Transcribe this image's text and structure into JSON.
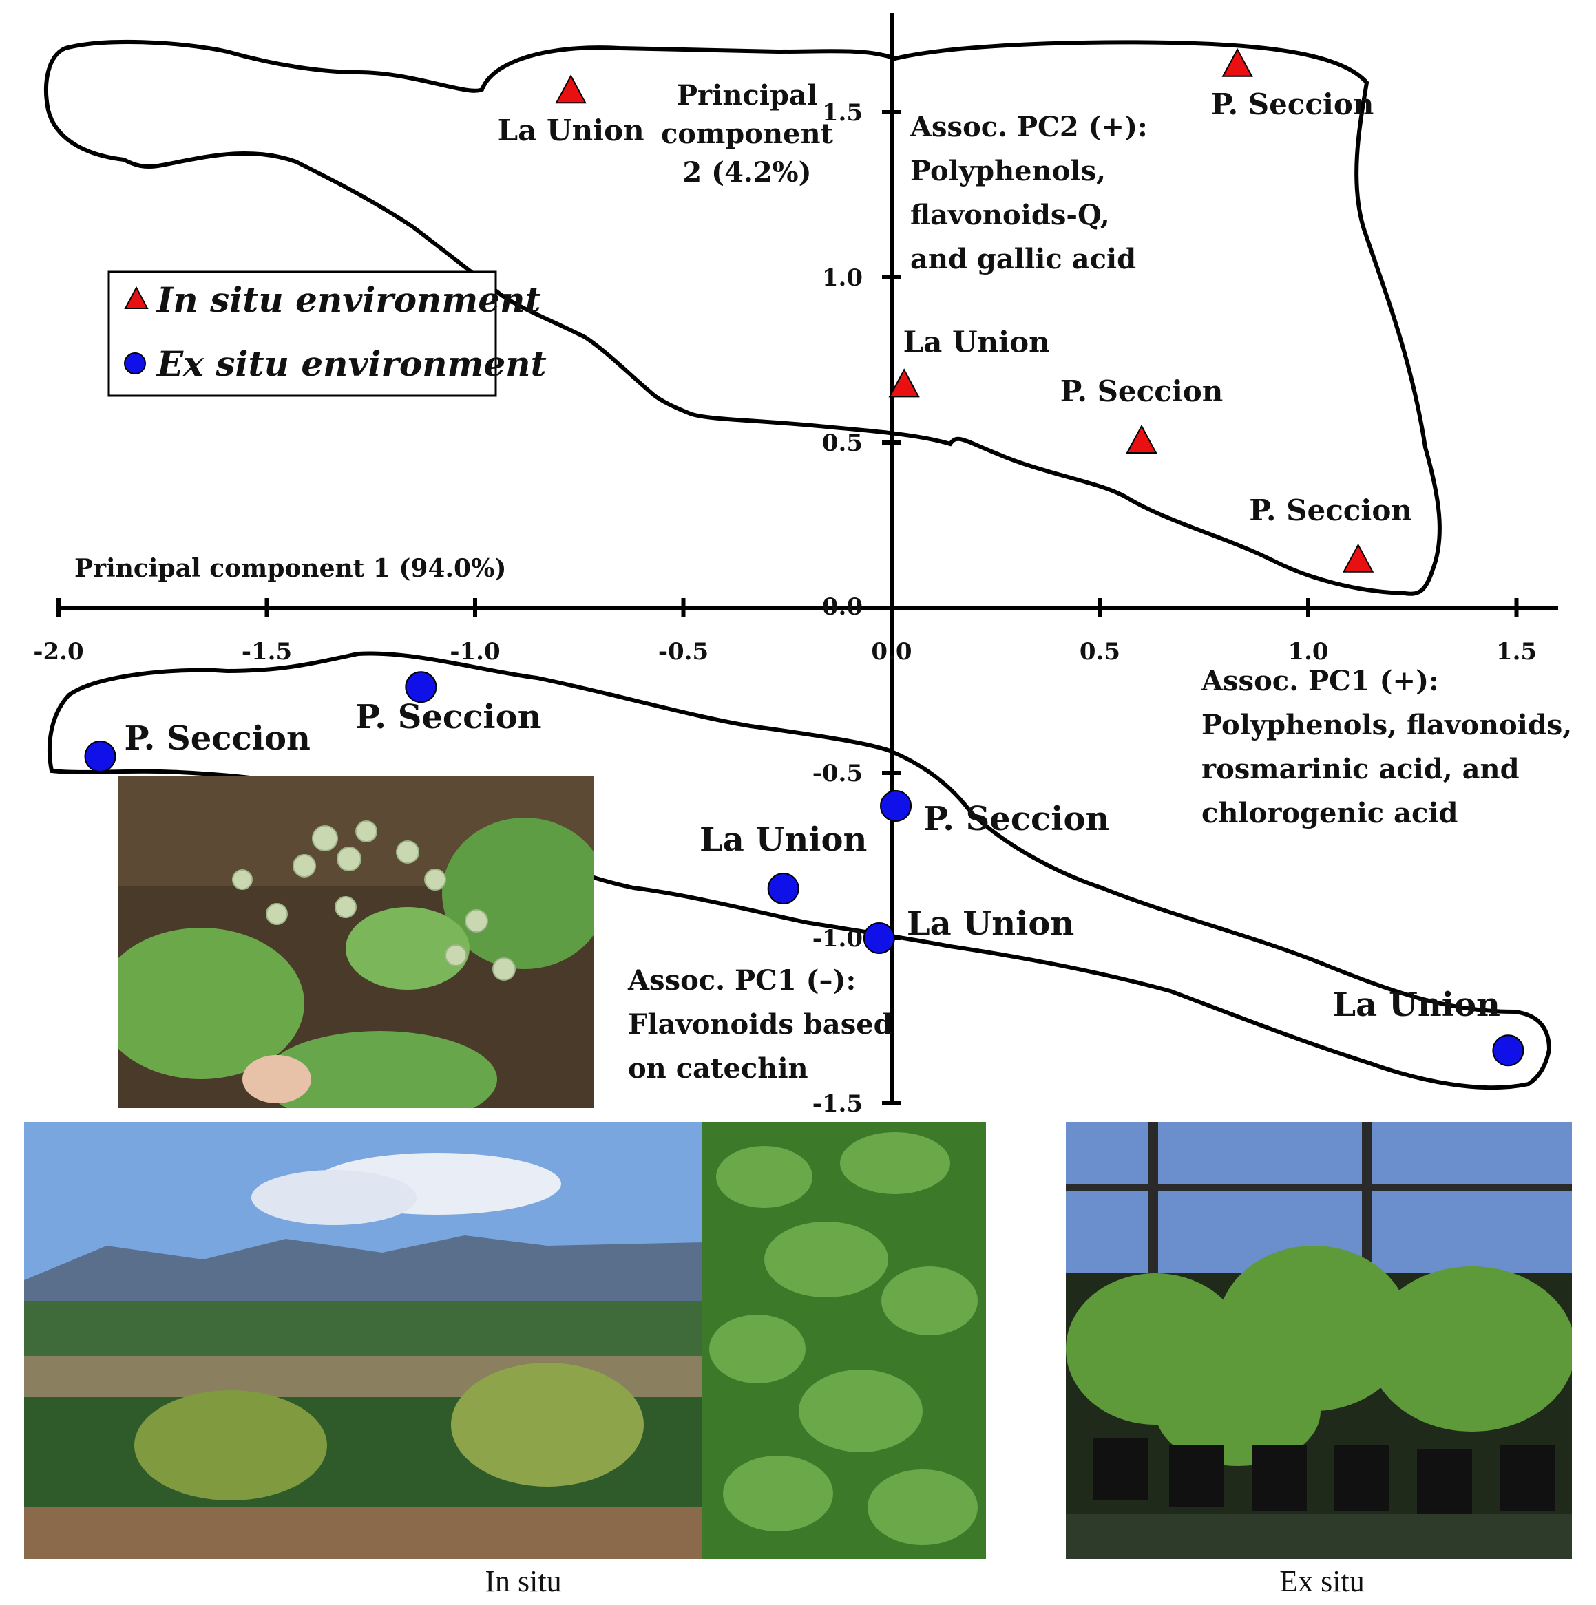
{
  "chart_data": {
    "type": "scatter",
    "x_axis": {
      "label": "Principal component 1 (94.0%)",
      "range": [
        -2.0,
        1.6
      ],
      "ticks": [
        -2.0,
        -1.5,
        -1.0,
        -0.5,
        0.0,
        0.5,
        1.0,
        1.5
      ],
      "tick_labels": [
        "-2.0",
        "-1.5",
        "-1.0",
        "-0.5",
        "0.0",
        "0.5",
        "1.0",
        "1.5"
      ]
    },
    "y_axis": {
      "label": "Principal component 2 (4.2%)",
      "label_lines": [
        "Principal",
        "component",
        "2 (4.2%)"
      ],
      "range": [
        -1.5,
        1.8
      ],
      "ticks": [
        -1.5,
        -1.0,
        -0.5,
        0.0,
        0.5,
        1.0,
        1.5
      ],
      "tick_labels": [
        "-1.5",
        "-1.0",
        "-0.5",
        "0.0",
        "0.5",
        "1.0",
        "1.5"
      ]
    },
    "grid": false,
    "legend": {
      "placement": "upper-left",
      "entries": [
        "In situ environment",
        "Ex situ environment"
      ]
    },
    "series": [
      {
        "name": "In situ environment",
        "marker": "triangle",
        "color": "#e81010",
        "points": [
          {
            "x": -0.77,
            "y": 1.56,
            "label": "La Union"
          },
          {
            "x": 0.83,
            "y": 1.64,
            "label": "P. Seccion"
          },
          {
            "x": 0.03,
            "y": 0.67,
            "label": "La Union"
          },
          {
            "x": 0.6,
            "y": 0.5,
            "label": "P. Seccion"
          },
          {
            "x": 1.12,
            "y": 0.14,
            "label": "P. Seccion"
          }
        ]
      },
      {
        "name": "Ex situ environment",
        "marker": "circle",
        "color": "#1010e8",
        "points": [
          {
            "x": -1.9,
            "y": -0.45,
            "label": "P. Seccion"
          },
          {
            "x": -1.13,
            "y": -0.24,
            "label": "P. Seccion"
          },
          {
            "x": 0.01,
            "y": -0.6,
            "label": "P. Seccion"
          },
          {
            "x": -0.26,
            "y": -0.85,
            "label": "La Union"
          },
          {
            "x": -0.03,
            "y": -1.0,
            "label": "La Union"
          },
          {
            "x": 1.48,
            "y": -1.34,
            "label": "La Union"
          }
        ]
      }
    ],
    "annotations": [
      {
        "id": "pc2_pos",
        "lines": [
          "Assoc. PC2 (+):",
          "Polyphenols,",
          "flavonoids-Q,",
          "and gallic acid"
        ]
      },
      {
        "id": "pc1_pos",
        "lines": [
          "Assoc. PC1 (+):",
          "Polyphenols, flavonoids,",
          "rosmarinic acid, and",
          "chlorogenic acid"
        ]
      },
      {
        "id": "pc1_neg",
        "lines": [
          "Assoc. PC1 (–):",
          "Flavonoids based",
          "on catechin"
        ]
      }
    ]
  },
  "photos": {
    "in_situ_caption": "In situ",
    "ex_situ_caption": "Ex situ",
    "sky_color": "#7aa6e0",
    "foliage_color": "#3c7a2a",
    "leaf_color": "#6aa84a"
  }
}
